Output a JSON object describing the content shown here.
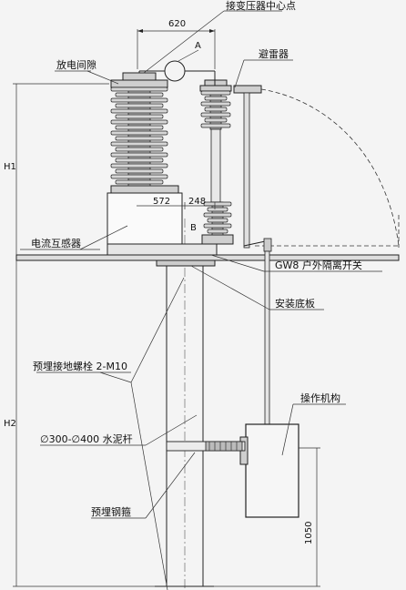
{
  "labels": {
    "transformer_center": "接变压器中心点",
    "discharge_gap": "放电间隙",
    "arrester": "避雷器",
    "current_transformer": "电流互感器",
    "disconnector": "GW8 户外隔离开关",
    "base_plate": "安装底板",
    "embedded_bolts": "预埋接地螺栓 2-M10",
    "operating_mechanism": "操作机构",
    "pole": "∅300-∅400 水泥杆",
    "embedded_cage": "预埋钢箍"
  },
  "dimensions": {
    "d620": "620",
    "d572": "572",
    "d248": "248",
    "d1050": "1050",
    "h1": "H1",
    "h2": "H2",
    "point_a": "A",
    "point_b": "B"
  }
}
